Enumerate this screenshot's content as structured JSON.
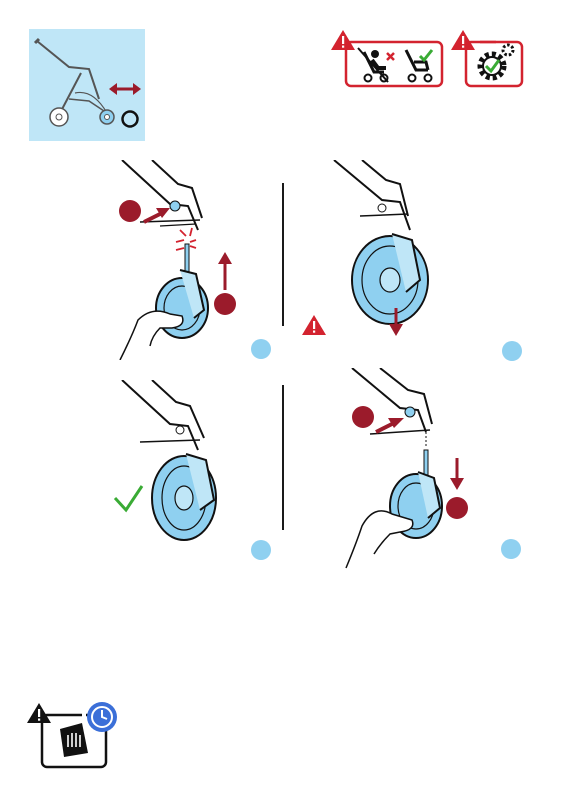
{
  "page": {
    "background": "#ffffff",
    "colors": {
      "accent_red": "#9b1b2b",
      "warning_red": "#d3232f",
      "step_blue": "#8fd0f0",
      "panel_blue": "#bfe6f7",
      "wheel_blue": "#8fd0f0",
      "check_green": "#3aab35",
      "line": "#1a1a1a"
    }
  },
  "header": {
    "overview_panel": {
      "icons": [
        "stroller-side-view-icon",
        "double-arrow-icon",
        "wheel-ring-icon"
      ]
    },
    "warning_child_icon": {
      "icons": [
        "warning-icon",
        "child-in-stroller-crossed-icon",
        "cross-mark-icon",
        "empty-stroller-icon",
        "check-mark-icon"
      ]
    },
    "warning_service_icon": {
      "icons": [
        "warning-icon",
        "gear-check-icon"
      ]
    }
  },
  "steps": [
    {
      "panel": "press-button-lift-wheel",
      "markers": [
        "button-press-marker",
        "lift-marker"
      ],
      "icons": [
        "hand-icon",
        "up-arrow-icon",
        "click-burst-icon"
      ]
    },
    {
      "panel": "wheel-removed",
      "markers": [],
      "icons": [
        "down-arrow-icon",
        "warning-icon"
      ]
    },
    {
      "panel": "wheel-attached-ok",
      "markers": [],
      "icons": [
        "check-mark-icon"
      ]
    },
    {
      "panel": "press-button-remove-wheel",
      "markers": [
        "button-press-marker",
        "remove-marker"
      ],
      "icons": [
        "hand-icon",
        "down-arrow-icon"
      ]
    }
  ],
  "footer": {
    "maintenance_icon": {
      "icons": [
        "warning-icon",
        "clock-icon",
        "wipe-hand-icon"
      ]
    }
  }
}
